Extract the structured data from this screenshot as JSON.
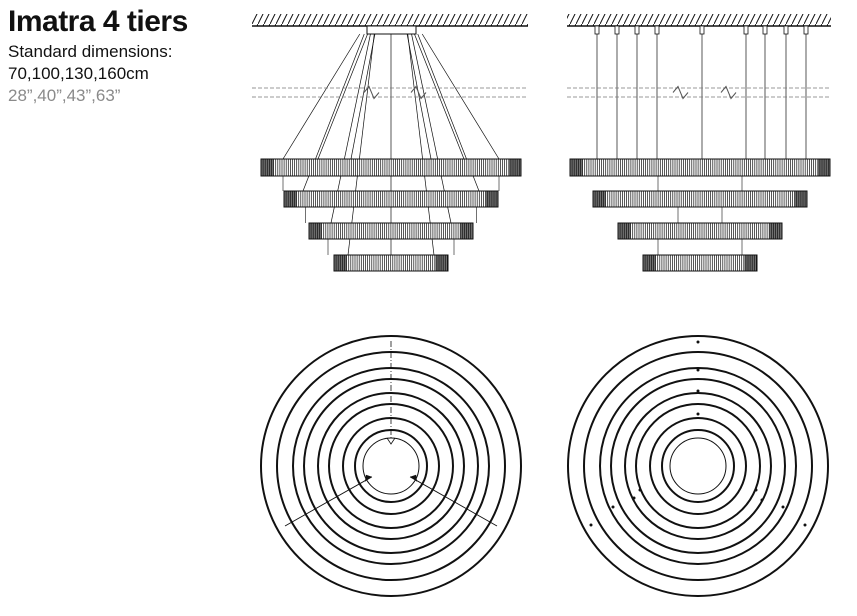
{
  "product": {
    "title": "Imatra 4 tiers",
    "dimensions_label": "Standard dimensions:",
    "metric": "70,100,130,160cm",
    "imperial": "28”,40”,43”,63”"
  },
  "drawings": [
    {
      "view": "side-elevation",
      "suspension": "converging cables"
    },
    {
      "view": "side-elevation",
      "suspension": "vertical cables"
    },
    {
      "view": "plan",
      "suspension": "converging cables"
    },
    {
      "view": "plan",
      "suspension": "vertical cables"
    }
  ],
  "tiers": 4,
  "colors": {
    "ink": "#111111",
    "muted": "#8a8a8a",
    "background": "#ffffff"
  }
}
